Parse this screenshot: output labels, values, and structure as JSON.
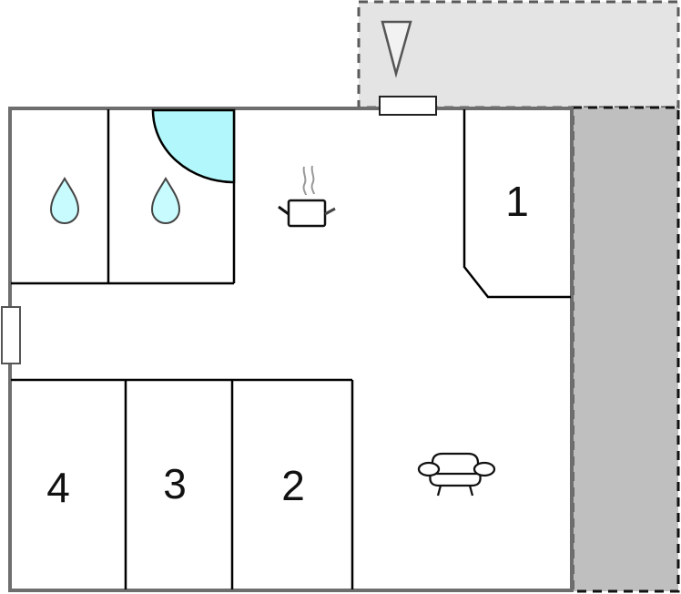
{
  "floorplan": {
    "colors": {
      "wall": "#6e6e6e",
      "partition": "#000000",
      "terrace_top": "#e4e4e4",
      "terrace_right": "#bfbfbf",
      "water": "#b2f7fb",
      "background": "#ffffff"
    },
    "rooms": [
      {
        "id": "bedroom-1",
        "label": "1"
      },
      {
        "id": "bedroom-2",
        "label": "2"
      },
      {
        "id": "bedroom-3",
        "label": "3"
      },
      {
        "id": "bedroom-4",
        "label": "4"
      }
    ],
    "icons": {
      "bath_1": "water-drop-icon",
      "bath_2": "water-drop-icon",
      "shower": "shower-quarter-circle",
      "kitchen": "cooking-pot-icon",
      "living": "armchair-icon",
      "orientation": "north-triangle-icon"
    }
  }
}
